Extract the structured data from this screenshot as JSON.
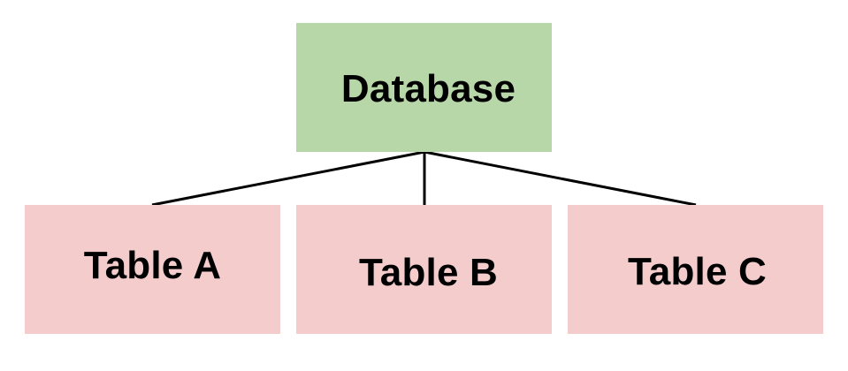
{
  "diagram": {
    "root": {
      "label": "Database",
      "color": "#b7d7a8"
    },
    "children": [
      {
        "label": "Table A",
        "color": "#f4cccc"
      },
      {
        "label": "Table B",
        "color": "#f4cccc"
      },
      {
        "label": "Table C",
        "color": "#f4cccc"
      }
    ],
    "connector_color": "#000000"
  }
}
